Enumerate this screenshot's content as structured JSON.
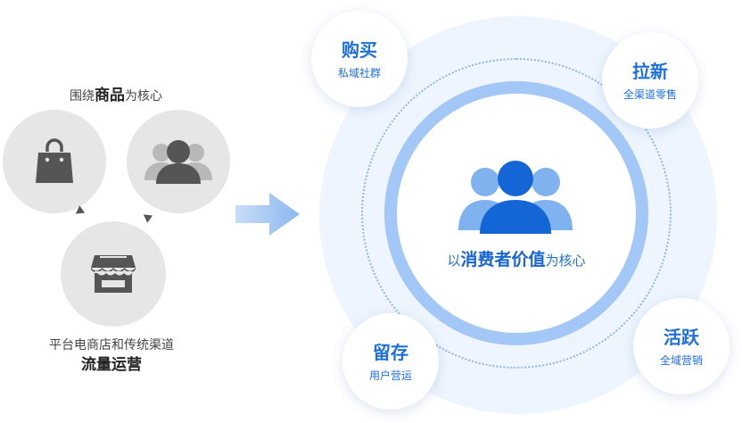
{
  "left": {
    "top_caption": {
      "prefix": "围绕",
      "emphasis": "商品",
      "suffix": "为核心"
    },
    "icons": [
      "shopping-bag-icon",
      "users-group-icon",
      "storefront-icon"
    ],
    "bottom_caption": {
      "line1": "平台电商店和传统渠道",
      "line2": "流量运营"
    }
  },
  "center": {
    "prefix": "以",
    "emphasis": "消费者价值",
    "suffix": "为核心",
    "icon": "consumer-group-icon"
  },
  "bubbles": {
    "buy": {
      "title": "购买",
      "subtitle": "私域社群"
    },
    "pull": {
      "title": "拉新",
      "subtitle": "全渠道零售"
    },
    "keep": {
      "title": "留存",
      "subtitle": "用户营运"
    },
    "active": {
      "title": "活跃",
      "subtitle": "全域营销"
    }
  },
  "colors": {
    "primary_blue": "#1d6fdc",
    "ring_blue": "#a3c8f8",
    "halo": "#eef5fe",
    "gray_circle": "#e6e6e6",
    "gray_icon": "#555555"
  }
}
